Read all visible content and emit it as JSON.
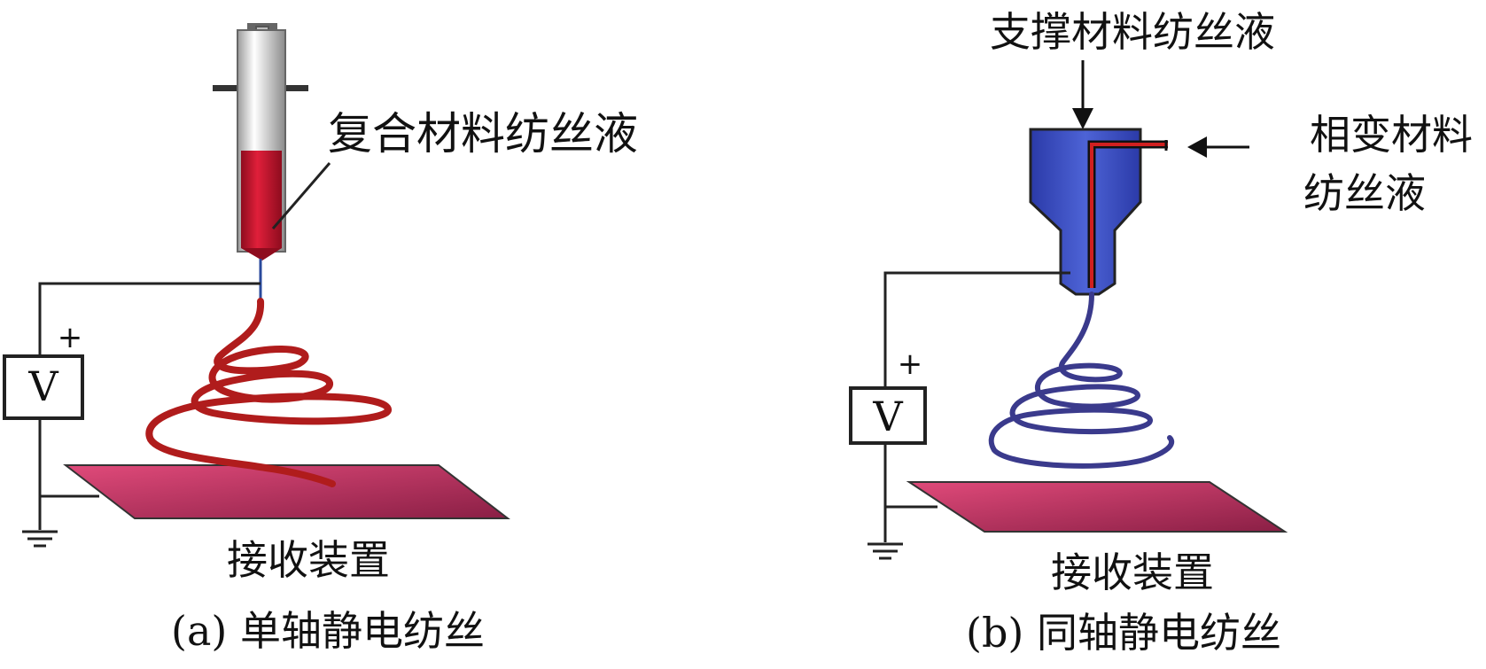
{
  "panel_a": {
    "solution_label": "复合材料纺丝液",
    "voltage_symbol": "V",
    "plus_sign": "+",
    "collector_label": "接收装置",
    "caption": "(a) 单轴静电纺丝"
  },
  "panel_b": {
    "support_label": "支撑材料纺丝液",
    "phase_change_label_line1": "相变材料",
    "phase_change_label_line2": "纺丝液",
    "voltage_symbol": "V",
    "plus_sign": "+",
    "collector_label": "接收装置",
    "caption": "(b) 同轴静电纺丝"
  },
  "colors": {
    "composite_solution": "#c8102e",
    "support_solution": "#3b4cc0",
    "collector": "#b03060",
    "fiber_a": "#b01c1c",
    "fiber_b": "#3a3a8c"
  }
}
